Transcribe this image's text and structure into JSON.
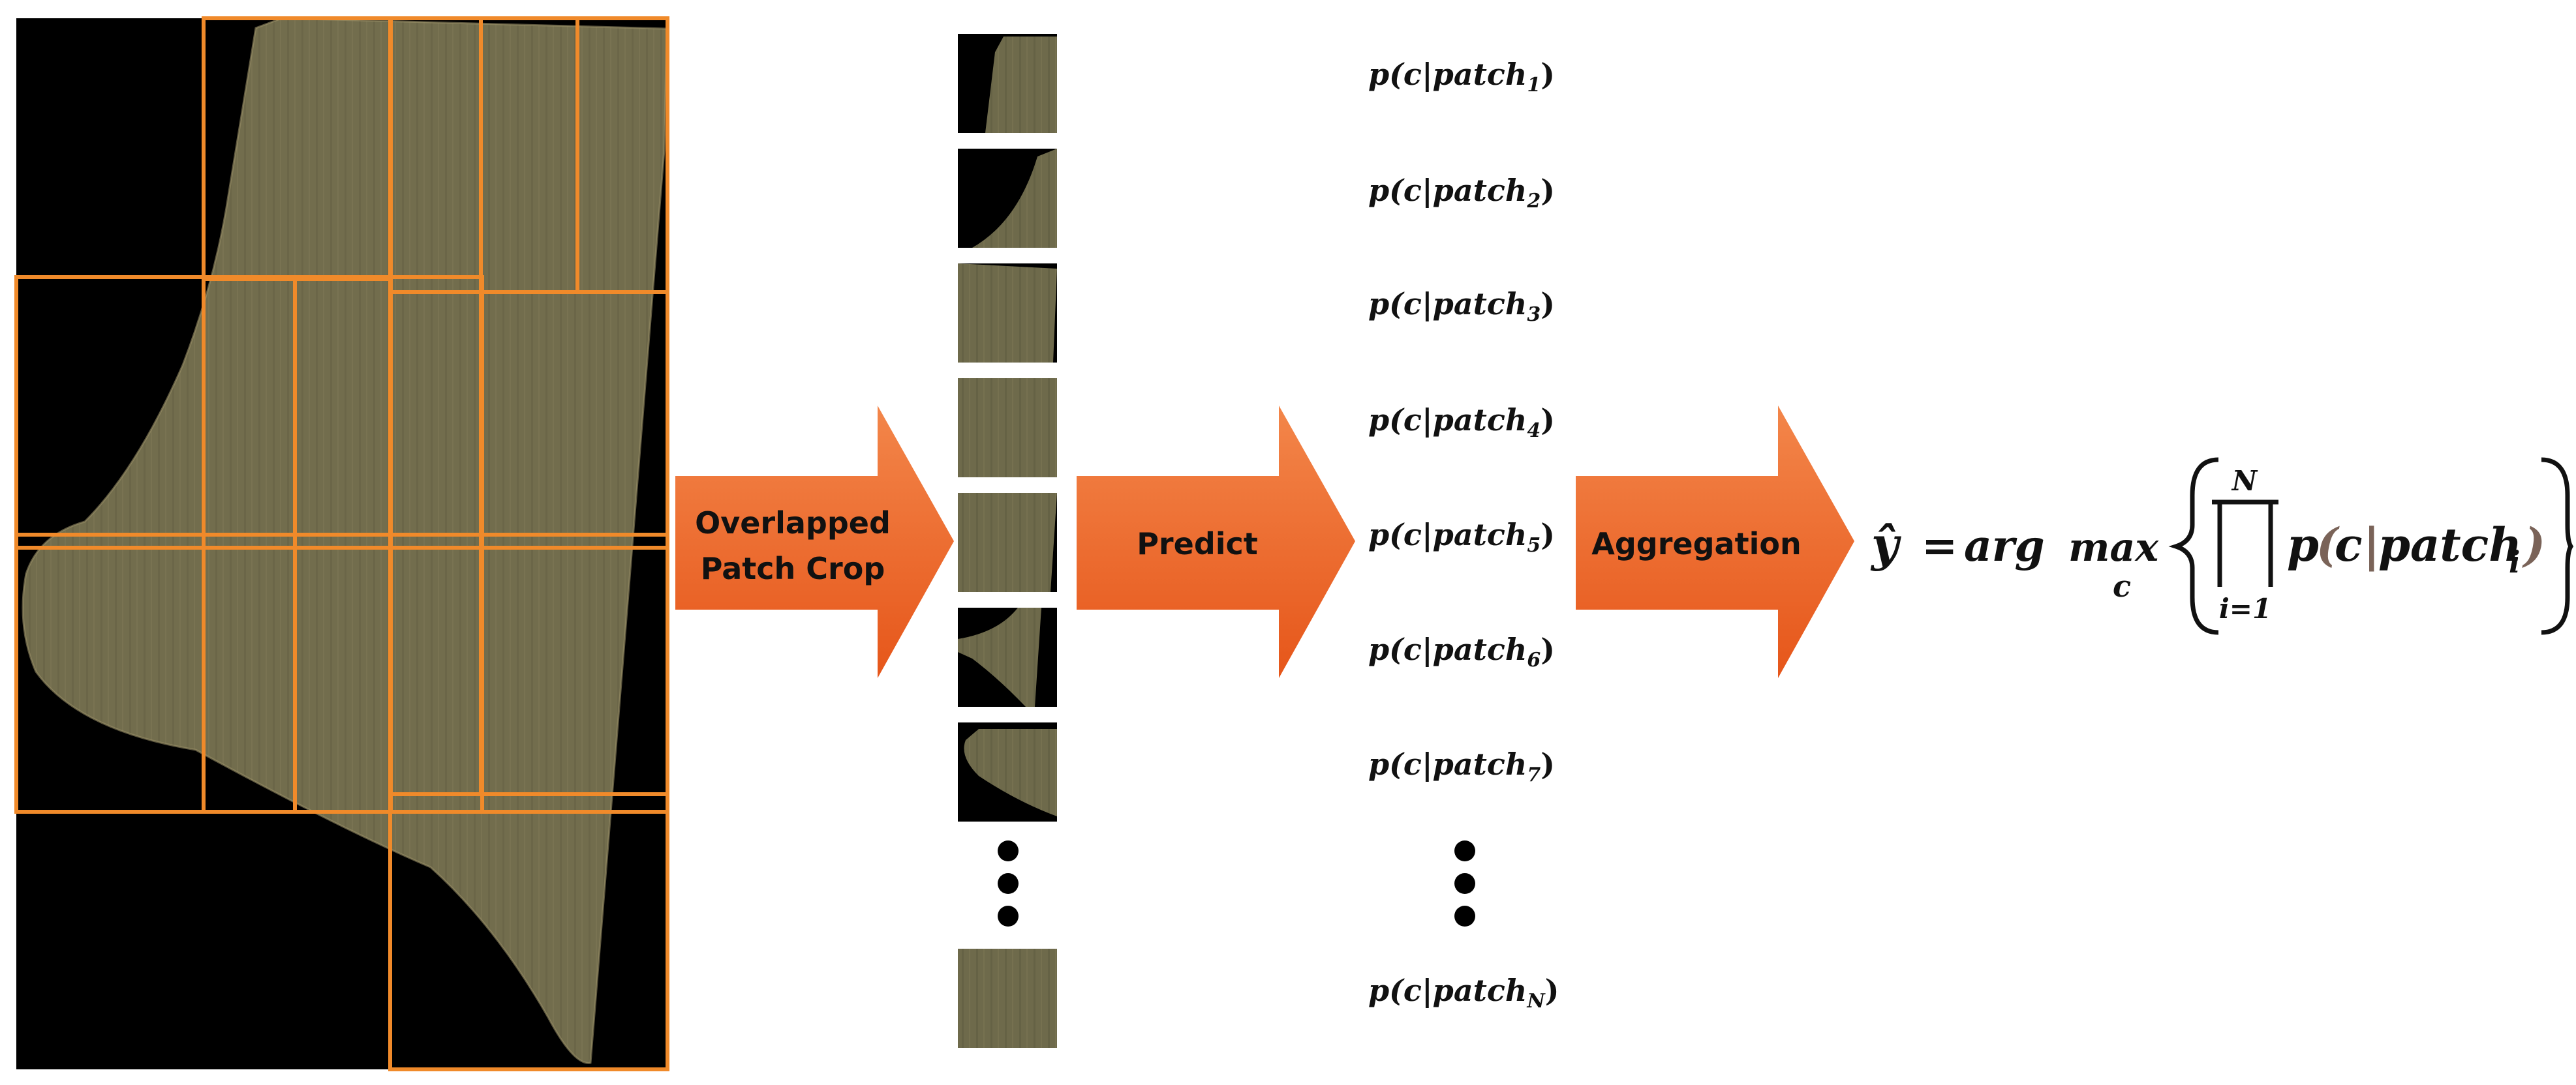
{
  "steps": {
    "crop_line1": "Overlapped",
    "crop_line2": "Patch Crop",
    "predict": "Predict",
    "aggregation": "Aggregation"
  },
  "probabilities": [
    {
      "prefix": "p(c|patch",
      "sub": "1",
      "suffix": ")"
    },
    {
      "prefix": "p(c|patch",
      "sub": "2",
      "suffix": ")"
    },
    {
      "prefix": "p(c|patch",
      "sub": "3",
      "suffix": ")"
    },
    {
      "prefix": "p(c|patch",
      "sub": "4",
      "suffix": ")"
    },
    {
      "prefix": "p(c|patch",
      "sub": "5",
      "suffix": ")"
    },
    {
      "prefix": "p(c|patch",
      "sub": "6",
      "suffix": ")"
    },
    {
      "prefix": "p(c|patch",
      "sub": "7",
      "suffix": ")"
    },
    {
      "prefix": "p(c|patch",
      "sub": "N",
      "suffix": ")"
    }
  ],
  "formula": {
    "yhat": "ŷ",
    "eq": "=",
    "arg": "arg",
    "max": "max",
    "max_sub": "c",
    "prod_top": "N",
    "prod_bottom": "i=1",
    "p": "p",
    "open_paren": "(",
    "c": "c",
    "bar": "|",
    "patch": "patch",
    "patch_sub": "i",
    "close_paren": ")"
  },
  "colors": {
    "arrow_light": "#f07a3a",
    "arrow_dark": "#e8601c",
    "crop_box": "#f08a2a",
    "field": "#6f6a4a",
    "background": "#000000"
  }
}
